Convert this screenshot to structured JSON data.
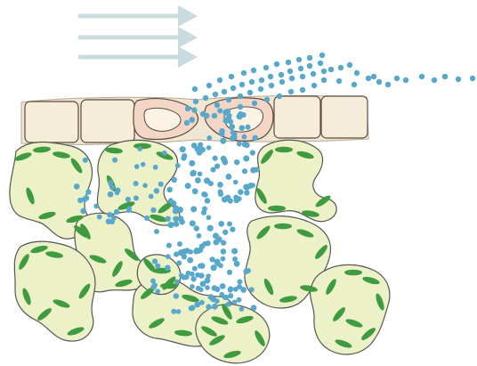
{
  "diagram": {
    "kind": "leaf cross-section with open stoma and diffusion",
    "labels": [],
    "arrow_count": 3,
    "cell_rows": {
      "upper_epidermis_cells": 6,
      "guard_cells": 2,
      "mesophyll_cells": 10
    },
    "colors": {
      "arrow": "#c8dcdf",
      "epidermis_fill": "#f6edd9",
      "epidermis_stroke": "#5c4a3e",
      "guard_cell_fill": "#f4d6c7",
      "mesophyll_fill": "#edf1c8",
      "mesophyll_stroke": "#555555",
      "chloroplast": "#3f9b3f",
      "molecule": "#58a8cb"
    },
    "icons": {
      "wind": "wind-arrows-icon",
      "molecule": "water-vapor-molecule-icon",
      "chloroplast": "chloroplast-icon"
    }
  }
}
